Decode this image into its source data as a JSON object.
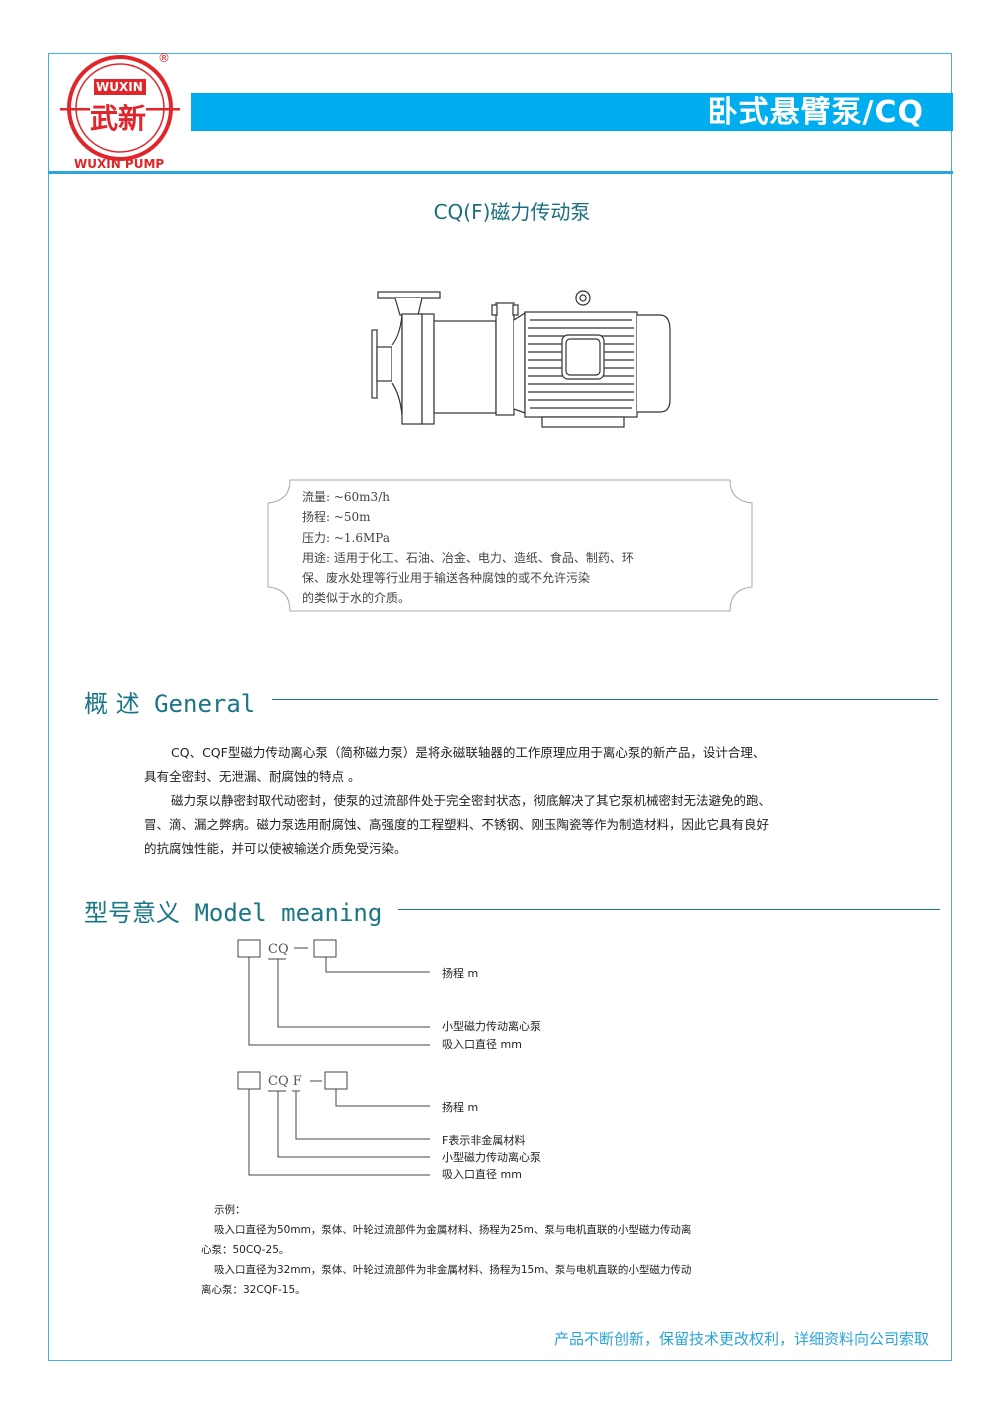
{
  "header": {
    "brand_cn": "武新",
    "brand_en": "WUXIN",
    "brand_full": "WUXIN PUMP",
    "registered": "®",
    "title": "卧式悬臂泵/CQ"
  },
  "product": {
    "title": "CQ(F)磁力传动泵",
    "specs": [
      "流量:  ~60m3/h",
      "扬程:  ~50m",
      "压力:  ~1.6MPa",
      "用途: 适用于化工、石油、冶金、电力、造纸、食品、制药、环",
      "保、废水处理等行业用于输送各种腐蚀的或不允许污染",
      "的类似于水的介质。"
    ]
  },
  "overview": {
    "heading_cn": "概 述",
    "heading_en": "General",
    "lines": [
      "CQ、CQF型磁力传动离心泵（简称磁力泵）是将永磁联轴器的工作原理应用于离心泵的新产品，设计合理、",
      "具有全密封、无泄漏、耐腐蚀的特点 。",
      "磁力泵以静密封取代动密封，使泵的过流部件处于完全密封状态，彻底解决了其它泵机械密封无法避免的跑、",
      "冒、滴、漏之弊病。磁力泵选用耐腐蚀、高强度的工程塑料、不锈钢、刚玉陶瓷等作为制造材料，因此它具有良好",
      "的抗腐蚀性能，并可以使被输送介质免受污染。"
    ]
  },
  "model": {
    "heading_cn": "型号意义",
    "heading_en": "Model meaning",
    "diagram1": {
      "code": "CQ",
      "labels": [
        "扬程 m",
        "小型磁力传动离心泵",
        "吸入口直径 mm"
      ]
    },
    "diagram2": {
      "code": "CQ F",
      "labels": [
        "扬程 m",
        "F表示非金属材料",
        "小型磁力传动离心泵",
        "吸入口直径 mm"
      ]
    },
    "examples": [
      "示例：",
      "吸入口直径为50mm，泵体、叶轮过流部件为金属材料、扬程为25m、泵与电机直联的小型磁力传动离",
      "心泵：50CQ-25。",
      "吸入口直径为32mm，泵体、叶轮过流部件为非金属材料、扬程为15m、泵与电机直联的小型磁力传动",
      "离心泵：32CQF-15。"
    ]
  },
  "footer": {
    "note": "产品不断创新，保留技术更改权利，详细资料向公司索取"
  },
  "colors": {
    "accent": "#00aeef",
    "heading": "#1a7686",
    "logo": "#e0262b"
  }
}
